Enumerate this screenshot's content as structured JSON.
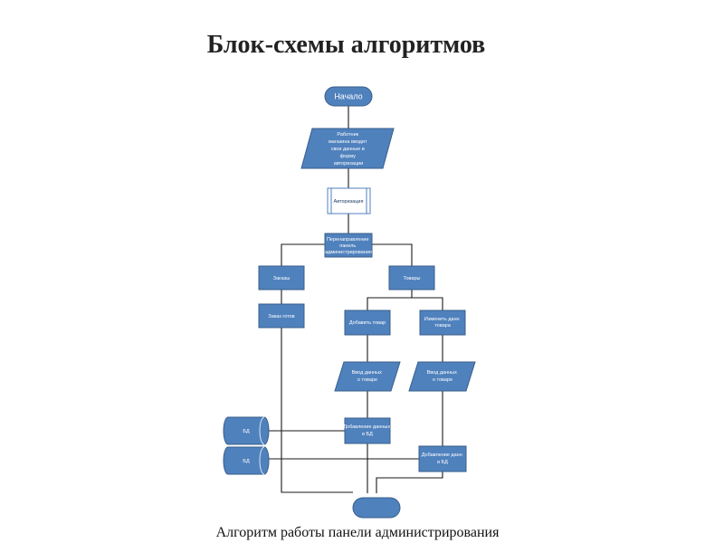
{
  "title": "Блок-схемы алгоритмов",
  "caption": "Алгоритм работы панели администрирования",
  "colors": {
    "node_fill": "#4f81bd",
    "node_stroke": "#395e8a",
    "edge": "#1a1a1a"
  },
  "nodes": {
    "start": "Начало",
    "input_auth": [
      "Работник",
      "магазина вводит",
      "свои данные в",
      "форму",
      "авторизации"
    ],
    "authorization": "Авторизация",
    "admin_panel": [
      "Перенаправление",
      "панель",
      "администрирования"
    ],
    "orders": "Заказы",
    "goods": "Товары",
    "orders_list": "Заказ готов",
    "add_item": "Добавить товар",
    "edit_item": [
      "Изменить данн",
      "товара"
    ],
    "input_item_1": [
      "Ввод данных",
      "о товаре"
    ],
    "input_item_2": [
      "Ввод данных",
      "о товаре"
    ],
    "add_to_db_1": [
      "Добавление данных",
      "в БД"
    ],
    "add_to_db_2": [
      "Добавление данн",
      "в БД"
    ],
    "db_1": "БД",
    "db_2": "БД",
    "end": ""
  }
}
